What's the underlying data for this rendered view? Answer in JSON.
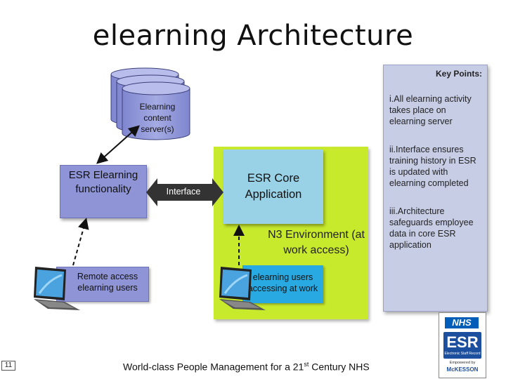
{
  "title": "elearning Architecture",
  "key_points": {
    "heading": "Key Points:",
    "items": [
      "i.All elearning activity takes place on elearning server",
      "ii.Interface ensures training history in ESR is updated with elearning completed",
      "iii.Architecture safeguards employee data in core ESR application"
    ]
  },
  "nodes": {
    "server": "Elearning content server(s)",
    "esr_functionality": "ESR Elearning functionality",
    "interface": "Interface",
    "core": "ESR Core Application",
    "n3": "N3 Environment (at work access)",
    "remote": "Remote access elearning users",
    "work": "elearning users accessing at work"
  },
  "footer": {
    "text": "World-class People Management for a 21",
    "superscript": "st",
    "text_end": " Century NHS",
    "page_number": "11"
  },
  "logo": {
    "nhs": "NHS",
    "esr": "ESR",
    "esr_sub": "Electronic Staff Record",
    "powered": "Empowered by",
    "mckesson": "McKESSON"
  },
  "colors": {
    "esr_box": "#8e94d6",
    "core_box": "#99d1e6",
    "n3_env": "#c8ea2c",
    "work_box": "#29a9e1",
    "key_panel": "#c8cde6",
    "interface_arrow": "#333333"
  }
}
